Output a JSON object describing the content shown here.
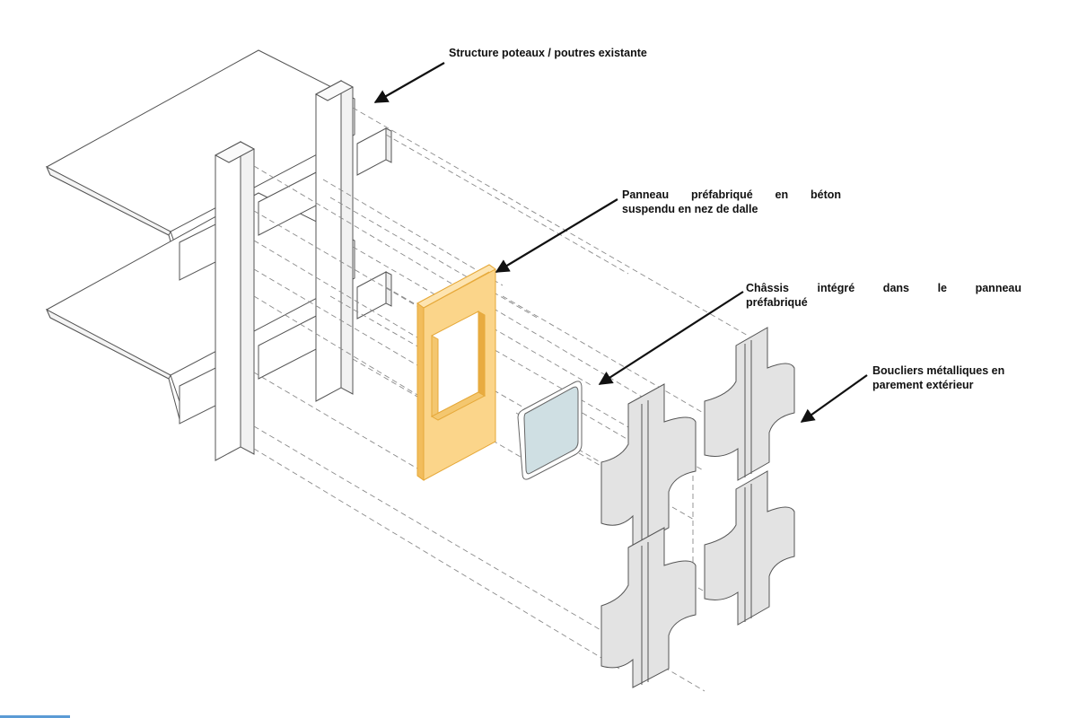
{
  "labels": {
    "structure": "Structure poteaux / poutres existante",
    "panel_line1": "Panneau préfabriqué en béton",
    "panel_line2": "suspendu en nez de dalle",
    "frame_line1": "Châssis intégré dans le panneau",
    "frame_line2": "préfabriqué",
    "shields_line1": "Boucliers métalliques en",
    "shields_line2": "parement extérieur"
  },
  "colors": {
    "outline": "#555555",
    "hidden_line": "#8a8a8a",
    "panel_fill": "#fbd58a",
    "panel_edge": "#e6a93a",
    "glass_fill": "#cfdfe3",
    "shield_fill": "#e3e3e3",
    "arrow": "#111111",
    "accent": "#5b9bd5"
  }
}
